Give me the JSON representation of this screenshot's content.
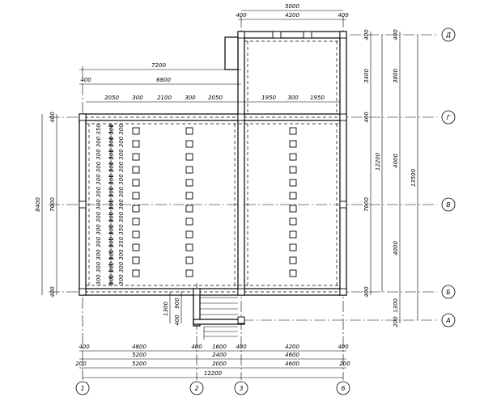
{
  "axes": {
    "vertical": [
      "1",
      "2",
      "3",
      "6"
    ],
    "horizontal": [
      "Д",
      "Г",
      "В",
      "Б",
      "А"
    ]
  },
  "dims": {
    "top1": "5000",
    "top2": [
      "400",
      "4200",
      "400"
    ],
    "mid1": "7200",
    "mid2": [
      "400",
      "6800"
    ],
    "row3": [
      "2050",
      "300",
      "2100",
      "300",
      "2050",
      "1950",
      "300",
      "1950"
    ],
    "bottom1": [
      "400",
      "4800",
      "400",
      "1600",
      "400",
      "4200",
      "400"
    ],
    "bottom2": [
      "5200",
      "2400",
      "4600"
    ],
    "bottom3": [
      "200",
      "5200",
      "2000",
      "4600",
      "200"
    ],
    "bottom4": "12200",
    "left_outer": "8400",
    "left_inner": "7600",
    "left_top": "400",
    "left_bottom": "400",
    "stair_v": [
      "1300",
      "400",
      "900"
    ],
    "right1": [
      "400",
      "400",
      "400",
      "400"
    ],
    "right2": [
      "3400",
      "7600"
    ],
    "right3": [
      "12200"
    ],
    "right4": [
      "3800",
      "4000",
      "4000",
      "1300",
      "200"
    ],
    "right5": [
      "13500"
    ],
    "right_top": [
      "400",
      "400"
    ],
    "joist_spacing": [
      "350",
      "300",
      "300",
      "300",
      "300",
      "300",
      "300",
      "300",
      "300",
      "300",
      "300",
      "300",
      "300",
      "300",
      "300",
      "300",
      "300",
      "300",
      "300",
      "300",
      "300",
      "300",
      "300",
      "300",
      "350"
    ]
  }
}
